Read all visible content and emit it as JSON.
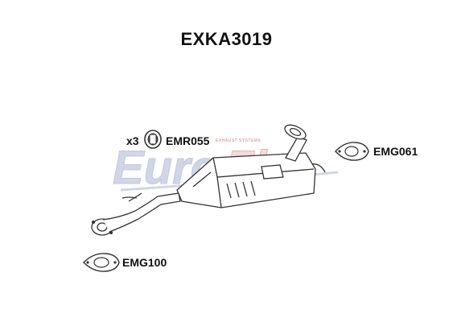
{
  "title": "EXKA3019",
  "watermark": {
    "brand": "EuroFlo",
    "tagline": "EXHAUST SYSTEMS",
    "colors": {
      "primary": "#c9d0e3",
      "accent": "#e7a9a9"
    }
  },
  "parts": [
    {
      "code": "EMR055",
      "quantity": "x3",
      "icon": "rubber-hanger-icon"
    },
    {
      "code": "EMG061",
      "icon": "gasket-icon"
    },
    {
      "code": "EMG100",
      "icon": "gasket-icon"
    }
  ],
  "main_component": {
    "icon": "rear-silencer-icon"
  },
  "colors": {
    "line": "#333333",
    "part_fill": "#ffffff"
  }
}
